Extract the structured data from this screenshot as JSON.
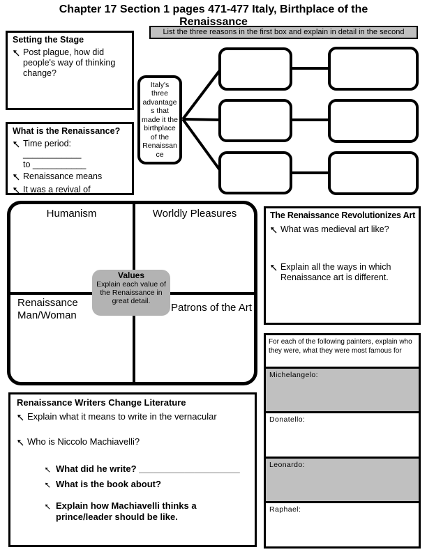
{
  "page": {
    "title_line1": "Chapter 17 Section 1 pages 471-477 Italy, Birthplace of the",
    "title_line2": "Renaissance",
    "instruction_banner": "List the three reasons in the first box and explain in detail in the second"
  },
  "setting_stage": {
    "heading": "Setting the Stage",
    "bullet": "Post plague, how did people's way of thinking change?"
  },
  "what_is_renaissance": {
    "heading": "What is the Renaissance?",
    "bullet_time_period": "Time period: ____________",
    "bullet_time_period_line2": "to ___________",
    "bullet_means": "Renaissance means",
    "bullet_revival": "It was a revival of"
  },
  "advantages_diagram": {
    "center_label": "Italy's three advantages that made it the birthplace of the Renaissance"
  },
  "quadrant": {
    "top_left_label": "Humanism",
    "top_right_label": "Worldly Pleasures",
    "bottom_left_line1": "Renaissance",
    "bottom_left_line2": "Man/Woman",
    "bottom_right_label": "Patrons of the Art",
    "values_title": "Values",
    "values_text": "Explain each value of the Renaissance in great detail."
  },
  "art_box": {
    "heading": "The Renaissance Revolutionizes Art",
    "bullet_medieval": "What was medieval art like?",
    "bullet_different": "Explain all the ways in which Renaissance art is different."
  },
  "painters": {
    "header": "For each of the following painters, explain who they were, what they were most famous for",
    "rows": [
      {
        "label": "Michelangelo:"
      },
      {
        "label": "Donatello:"
      },
      {
        "label": "Leonardo:"
      },
      {
        "label": "Raphael:"
      }
    ]
  },
  "writers": {
    "heading": "Renaissance Writers Change Literature",
    "bullet_vernacular": "Explain what it means to write in the vernacular",
    "bullet_machiavelli": "Who is Niccolo Machiavelli?",
    "sub_write": "What did he write? ____________________",
    "sub_book": "What is the book about?",
    "sub_prince": "Explain how Machiavelli thinks a prince/leader should be like."
  },
  "colors": {
    "shaded_row": "#c0c0c0",
    "values_box": "#b3b3b3",
    "banner_bg": "#c0c0c0"
  }
}
